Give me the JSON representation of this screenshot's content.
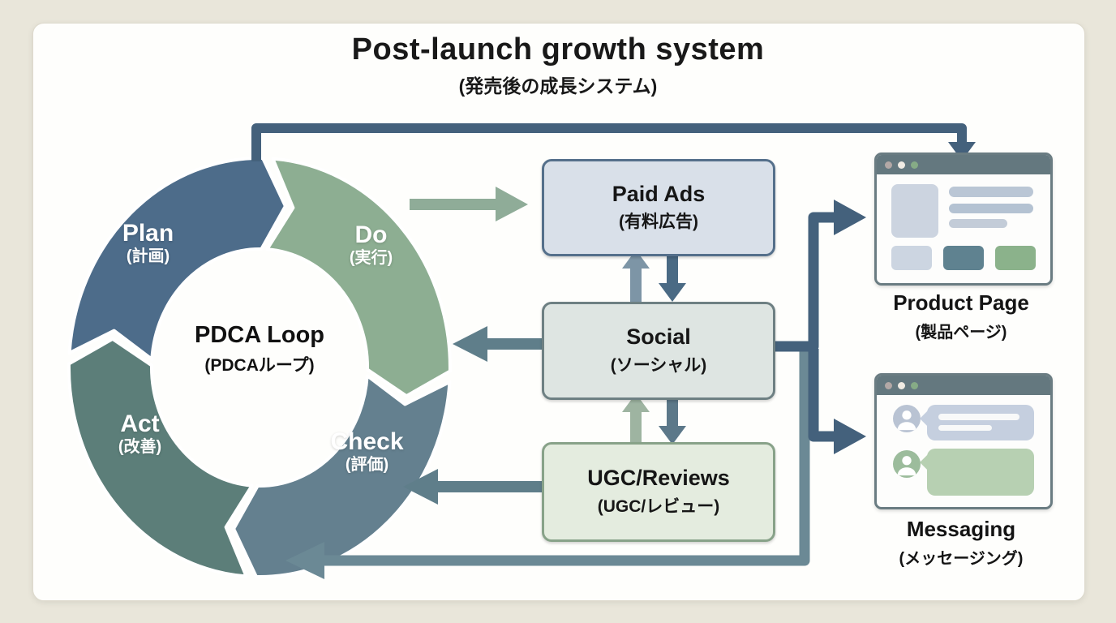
{
  "title": {
    "text": "Post-launch growth system",
    "subtitle": "(発売後の成長システム)"
  },
  "pdca": {
    "center_title": "PDCA Loop",
    "center_subtitle": "(PDCAループ)",
    "segments": [
      {
        "id": "plan",
        "label": "Plan",
        "label_ja": "(計画)",
        "color": "#4d6c8a"
      },
      {
        "id": "do",
        "label": "Do",
        "label_ja": "(実行)",
        "color": "#8dae92"
      },
      {
        "id": "check",
        "label": "Check",
        "label_ja": "(評価)",
        "color": "#64808f"
      },
      {
        "id": "act",
        "label": "Act",
        "label_ja": "(改善)",
        "color": "#5c7e79"
      }
    ]
  },
  "channels": [
    {
      "id": "paid-ads",
      "label": "Paid Ads",
      "label_ja": "(有料広告)",
      "fill": "#d9e0e9",
      "border": "#55708b"
    },
    {
      "id": "social",
      "label": "Social",
      "label_ja": "(ソーシャル)",
      "fill": "#dee5e2",
      "border": "#6e8083"
    },
    {
      "id": "ugc",
      "label": "UGC/Reviews",
      "label_ja": "(UGC/レビュー)",
      "fill": "#e4ecdf",
      "border": "#88a289"
    }
  ],
  "destinations": {
    "product_page": {
      "label": "Product Page",
      "label_ja": "(製品ページ)",
      "thumb": "#ccd4e0",
      "bar1": "#bac6d5",
      "bar2": "#b4c2d2",
      "bar3": "#c3ccd8",
      "chip1": "#ccd5e1",
      "chip2": "#5f8290",
      "chip3": "#8bb28b"
    },
    "messaging": {
      "label": "Messaging",
      "label_ja": "(メッセージング)",
      "avatar1": "#b9c3d3",
      "bubble1": "#c5cfdf",
      "avatar2": "#9cbc9c",
      "bubble2": "#b7d0b2",
      "line": "#f8f9f9"
    }
  },
  "window": {
    "bar": "#64787f",
    "border": "#6a7c82",
    "body": "#fdfdfc",
    "dots": [
      "#b3a8a6",
      "#f0ebe3",
      "#86ab86"
    ]
  },
  "colors": {
    "page_bg": "#e9e6da",
    "card_bg": "#fefefc",
    "top_loop": "#44617c",
    "do_to_paid": "#8fac98",
    "social_up": "#7d95a6",
    "paid_down": "#4a6a84",
    "ugc_up": "#9eb4a1",
    "social_down": "#5c7889",
    "to_pdca": "#5f7e8a",
    "trunk": "#44617c",
    "return_line": "#6b8995"
  }
}
